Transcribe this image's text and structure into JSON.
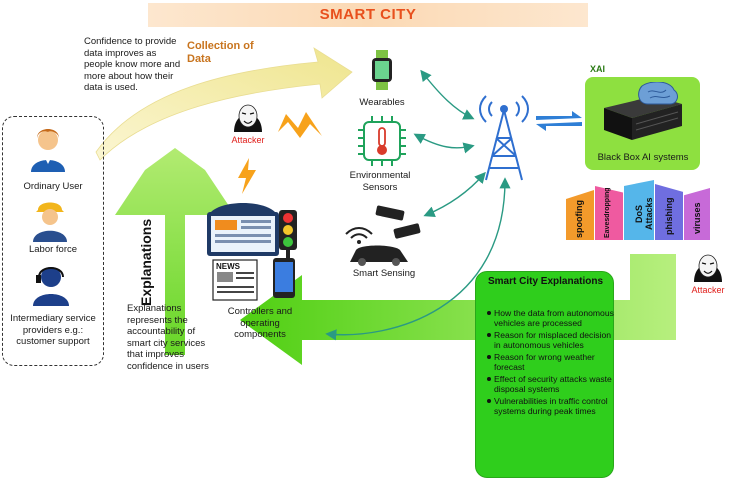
{
  "title": "SMART CITY",
  "confidence_note": "Confidence to provide data improves as people know more and more about how their data is used.",
  "collection_label": "Collection of Data",
  "users": [
    {
      "label": "Ordinary User"
    },
    {
      "label": "Labor force"
    },
    {
      "label": "Intermediary service providers e.g.: customer support"
    }
  ],
  "explanations_vertical": "Explanations",
  "explanations_note": "Explanations represents the accountability of smart city services that improves confidence in users",
  "attacker_label": "Attacker",
  "controllers_label": "Controllers and operating components",
  "news_label": "NEWS",
  "wearables_label": "Wearables",
  "env_sensors_label": "Environmental Sensors",
  "smart_sensing_label": "Smart Sensing",
  "xai_label": "XAI",
  "blackbox_label": "Black Box AI systems",
  "attacks": [
    {
      "label": "spoofing",
      "color": "#f39a2b"
    },
    {
      "label": "Eavesdropping",
      "color": "#ef5aa0"
    },
    {
      "label": "DoS Attacks",
      "color": "#55b6ea"
    },
    {
      "label": "phishing",
      "color": "#6f6ee0"
    },
    {
      "label": "viruses",
      "color": "#c76ad8"
    }
  ],
  "explanations_box": {
    "title": "Smart City Explanations",
    "items": [
      "How the data from autonomous vehicles are processed",
      "Reason for misplaced decision in autonomous vehicles",
      "Reason for wrong weather forecast",
      "Effect of security attacks waste disposal systems",
      "Vulnerabilities in traffic control systems during peak times"
    ]
  },
  "colors": {
    "title": "#e8501d",
    "arrow_green": "#6ad61c",
    "arrow_cream": "#f5efb6",
    "xai_green": "#8ee040",
    "teal": "#2a9a83",
    "attacker_red": "#e0201c"
  }
}
